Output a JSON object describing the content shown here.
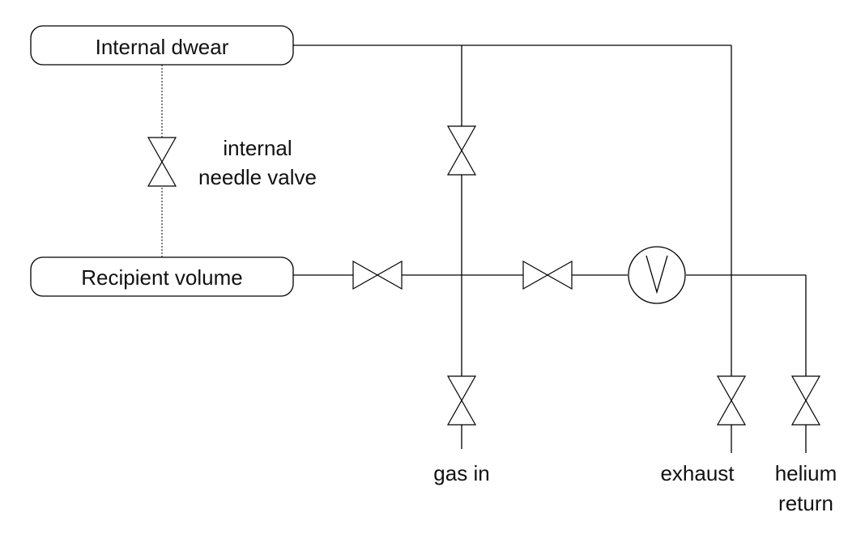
{
  "diagram": {
    "nodes": {
      "internal_dewar": "Internal dwear",
      "recipient_volume": "Recipient volume"
    },
    "labels": {
      "needle_valve_line1": "internal",
      "needle_valve_line2": "needle valve",
      "gas_in": "gas in",
      "exhaust": "exhaust",
      "helium_return_line1": "helium",
      "helium_return_line2": "return"
    },
    "valve_count": 7
  }
}
